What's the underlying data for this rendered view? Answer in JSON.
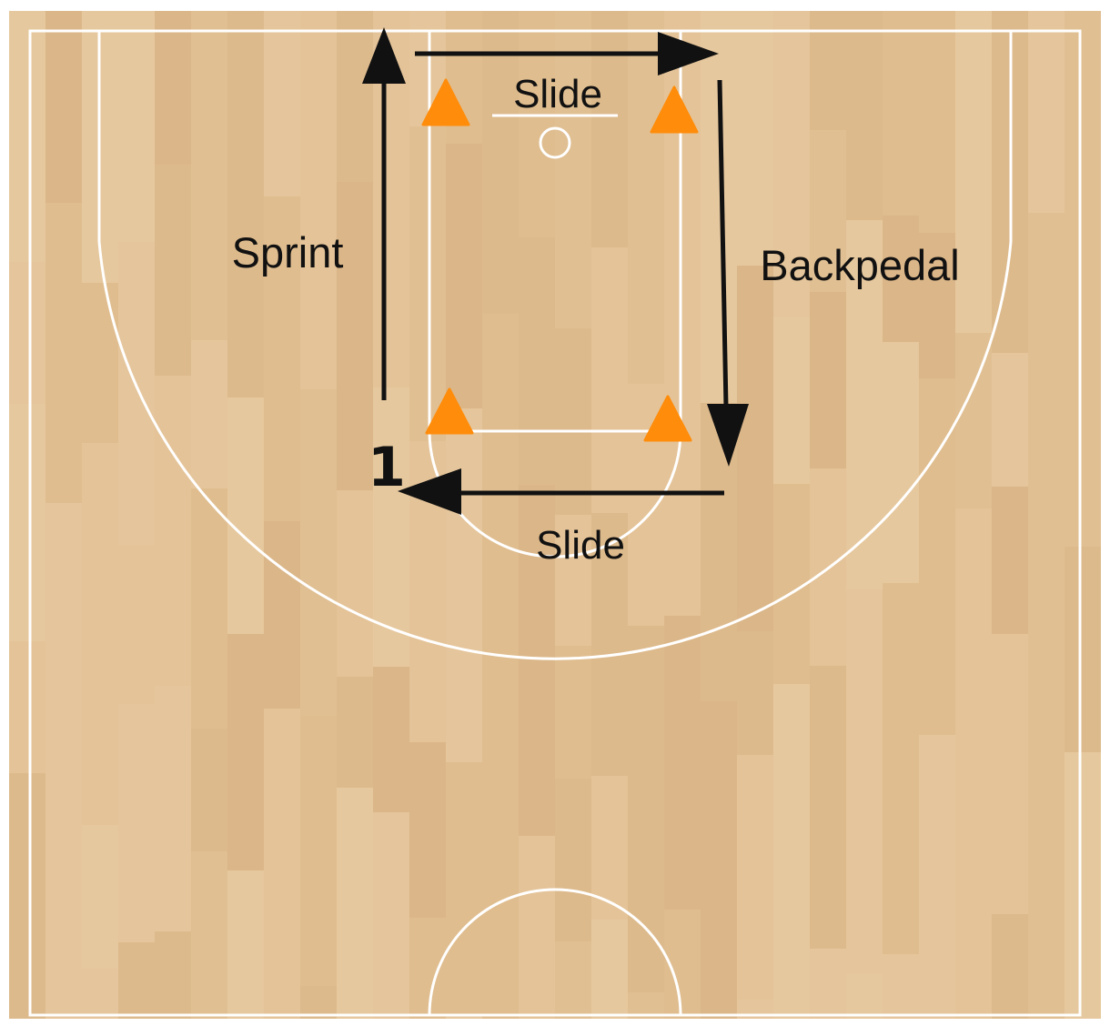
{
  "diagram": {
    "court_type": "half-court",
    "floor_color": "#e3c295",
    "line_color": "#ffffff",
    "cone_color": "#ff8c0a",
    "arrow_color": "#111111",
    "labels": {
      "slide_top": "Slide",
      "sprint": "Sprint",
      "backpedal": "Backpedal",
      "slide_bottom": "Slide",
      "player": "1"
    },
    "cones": [
      {
        "name": "cone-top-left"
      },
      {
        "name": "cone-top-right"
      },
      {
        "name": "cone-bottom-left"
      },
      {
        "name": "cone-bottom-right"
      }
    ],
    "movements": [
      {
        "name": "sprint-arrow",
        "direction": "up"
      },
      {
        "name": "slide-top-arrow",
        "direction": "right"
      },
      {
        "name": "backpedal-arrow",
        "direction": "down"
      },
      {
        "name": "slide-bottom-arrow",
        "direction": "left"
      }
    ]
  }
}
